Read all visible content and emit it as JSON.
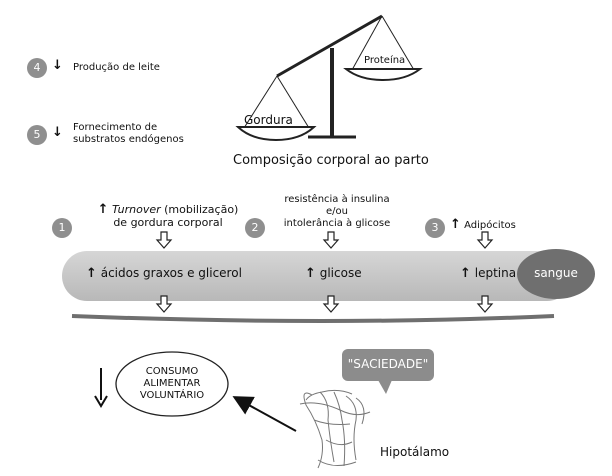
{
  "colors": {
    "badge": "#8f8f8f",
    "band": "#c8c8c8",
    "sangue": "#6f6f6f",
    "bubble": "#8c8c8c",
    "scale": "#222222"
  },
  "left_items": [
    {
      "num": "4",
      "arrow": "↓",
      "text": "Produção de leite"
    },
    {
      "num": "5",
      "arrow": "↓",
      "line1": "Fornecimento de",
      "line2": "substratos endógenos"
    }
  ],
  "scale": {
    "left_pan": "Gordura",
    "right_pan": "Proteína",
    "caption": "Composição corporal ao parto"
  },
  "steps": [
    {
      "num": "1",
      "italic": "Turnover",
      "rest": " (mobilização)",
      "line2": "de gordura corporal"
    },
    {
      "num": "2",
      "line1": "resistência à insulina",
      "line2": "e/ou",
      "line3": "intolerância à glicose"
    },
    {
      "num": "3",
      "text": "Adipócitos"
    }
  ],
  "band": {
    "item1": "ácidos graxos e glicerol",
    "item2": "glicose",
    "item3": "leptina",
    "sangue": "sangue"
  },
  "consumo": {
    "line1": "CONSUMO",
    "line2": "ALIMENTAR",
    "line3": "VOLUNTÁRIO"
  },
  "saciedade": "\"SACIEDADE\"",
  "hipotalamo": "Hipotálamo"
}
